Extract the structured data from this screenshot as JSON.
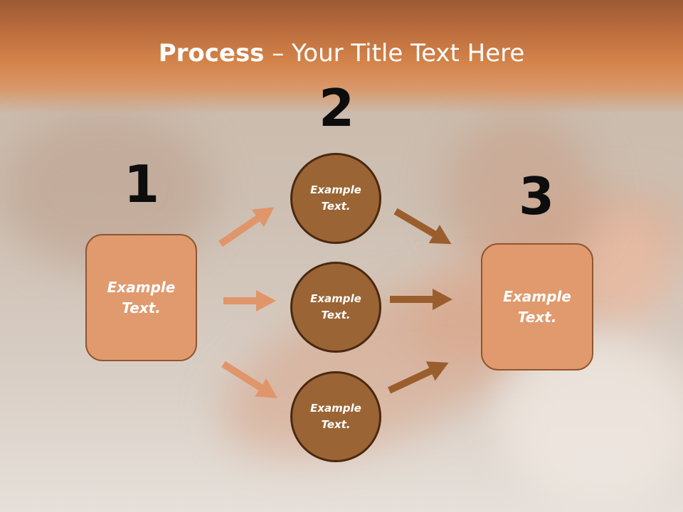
{
  "slide": {
    "title_bold": "Process",
    "title_rest": " – Your Title Text Here"
  },
  "steps": {
    "one": {
      "number": "1",
      "text": "Example Text."
    },
    "two": {
      "number": "2"
    },
    "three": {
      "number": "3",
      "text": "Example Text."
    }
  },
  "circles": [
    {
      "text": "Example Text."
    },
    {
      "text": "Example Text."
    },
    {
      "text": "Example Text."
    }
  ],
  "colors": {
    "header_band": "#d4844a",
    "box_fill": "#e09a6e",
    "box_border": "#8f5630",
    "circle_fill": "#9a6434",
    "circle_border": "#4a2810",
    "arrow_light": "#e0956a",
    "arrow_dark": "#9a5e2e",
    "number_color": "#0d0d0d"
  }
}
